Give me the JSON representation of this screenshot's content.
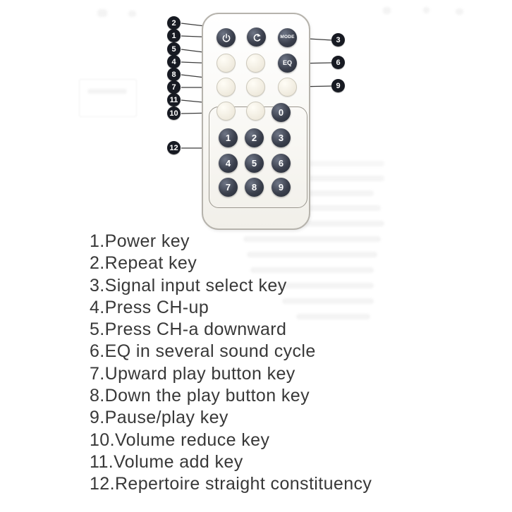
{
  "remote": {
    "mode_label": "MODE",
    "eq_label": "EQ",
    "digit_labels": [
      "0",
      "1",
      "2",
      "3",
      "4",
      "5",
      "6",
      "7",
      "8",
      "9"
    ]
  },
  "icons": {
    "power_button": "power-icon",
    "repeat_button": "repeat-arrow-icon"
  },
  "colors": {
    "badge_bg": "#171a22",
    "badge_text": "#ffffff",
    "dark_button": "#2f3440",
    "light_button": "#efebe0",
    "remote_border": "#b6b3ac",
    "callout_line": "#3c3c3c",
    "legend_text": "#383838"
  },
  "callouts": [
    {
      "num": "2"
    },
    {
      "num": "1"
    },
    {
      "num": "5"
    },
    {
      "num": "4"
    },
    {
      "num": "8"
    },
    {
      "num": "7"
    },
    {
      "num": "11"
    },
    {
      "num": "10"
    },
    {
      "num": "12"
    },
    {
      "num": "3"
    },
    {
      "num": "6"
    },
    {
      "num": "9"
    }
  ],
  "legend": {
    "items": [
      "1.Power key",
      "2.Repeat key",
      "3.Signal input select key",
      "4.Press CH-up",
      "5.Press CH-a downward",
      "6.EQ in several sound cycle",
      "7.Upward play button key",
      "8.Down the play button key",
      "9.Pause/play key",
      "10.Volume reduce key",
      "11.Volume add key",
      "12.Repertoire straight constituency"
    ]
  }
}
